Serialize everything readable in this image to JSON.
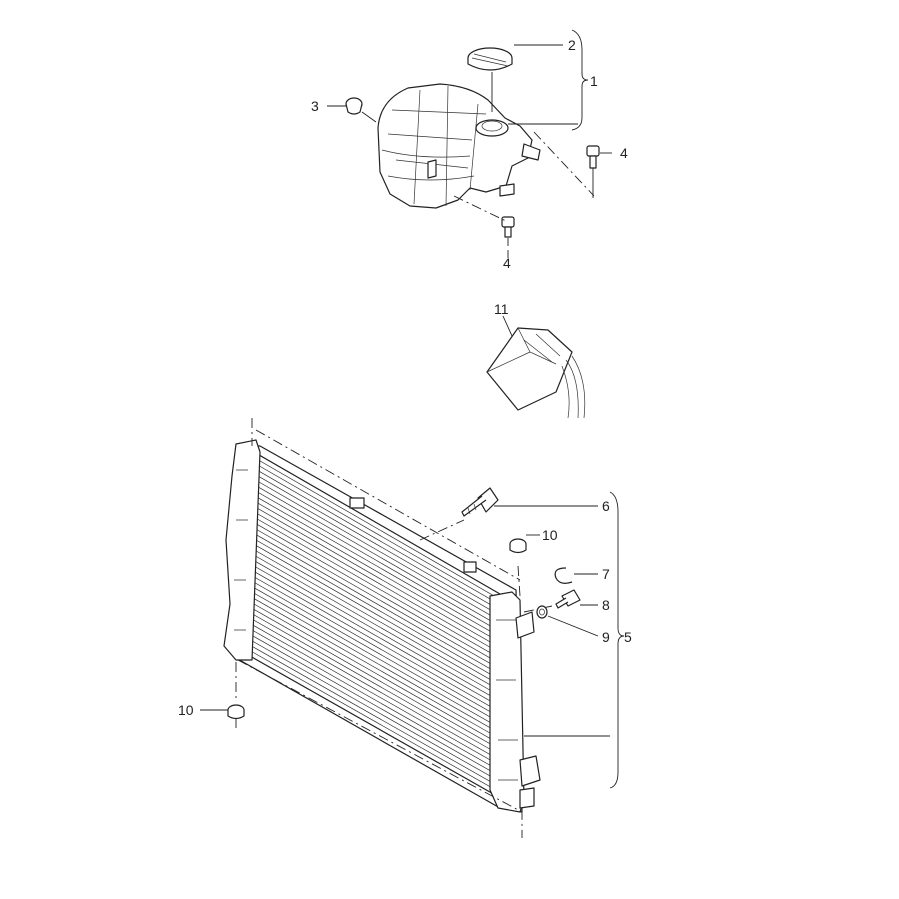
{
  "callouts": {
    "c1": "1",
    "c2": "2",
    "c3": "3",
    "c4a": "4",
    "c4b": "4",
    "c5": "5",
    "c6": "6",
    "c7": "7",
    "c8": "8",
    "c9": "9",
    "c10a": "10",
    "c10b": "10",
    "c11": "11"
  }
}
